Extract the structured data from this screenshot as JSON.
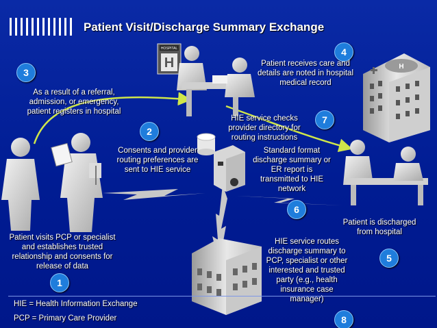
{
  "title": "Patient Visit/Discharge Summary Exchange",
  "steps": {
    "s1": {
      "number": "1",
      "text": "Patient visits PCP or specialist and establishes trusted relationship and consents for release of data"
    },
    "s2": {
      "number": "2",
      "text": "Consents and provider routing preferences are sent to HIE service"
    },
    "s3": {
      "number": "3",
      "text": "As a result of a referral, admission, or emergency, patient registers in hospital"
    },
    "s4": {
      "number": "4",
      "text": "Patient receives care and details are noted in hospital medical record"
    },
    "s5": {
      "number": "5",
      "text": "Patient is discharged from hospital"
    },
    "s6": {
      "number": "6",
      "text": "Standard format discharge summary or ER report is transmitted to HIE network"
    },
    "s7": {
      "number": "7",
      "text": "HIE service checks provider directory for routing instructions"
    },
    "s8": {
      "number": "8",
      "text": "HIE service routes discharge summary to PCP, specialist or other interested and trusted party (e.g., health insurance case manager)"
    }
  },
  "legend": {
    "hie": "HIE = Health Information Exchange",
    "pcp": "PCP = Primary Care Provider"
  },
  "hospital_sign": "HOSPITAL",
  "hospital_sign_letter": "H",
  "colors": {
    "background": "#001c93",
    "badge": "#1f7ddc",
    "arrow": "#cfe64a",
    "lightning": "#c8c8c8"
  }
}
